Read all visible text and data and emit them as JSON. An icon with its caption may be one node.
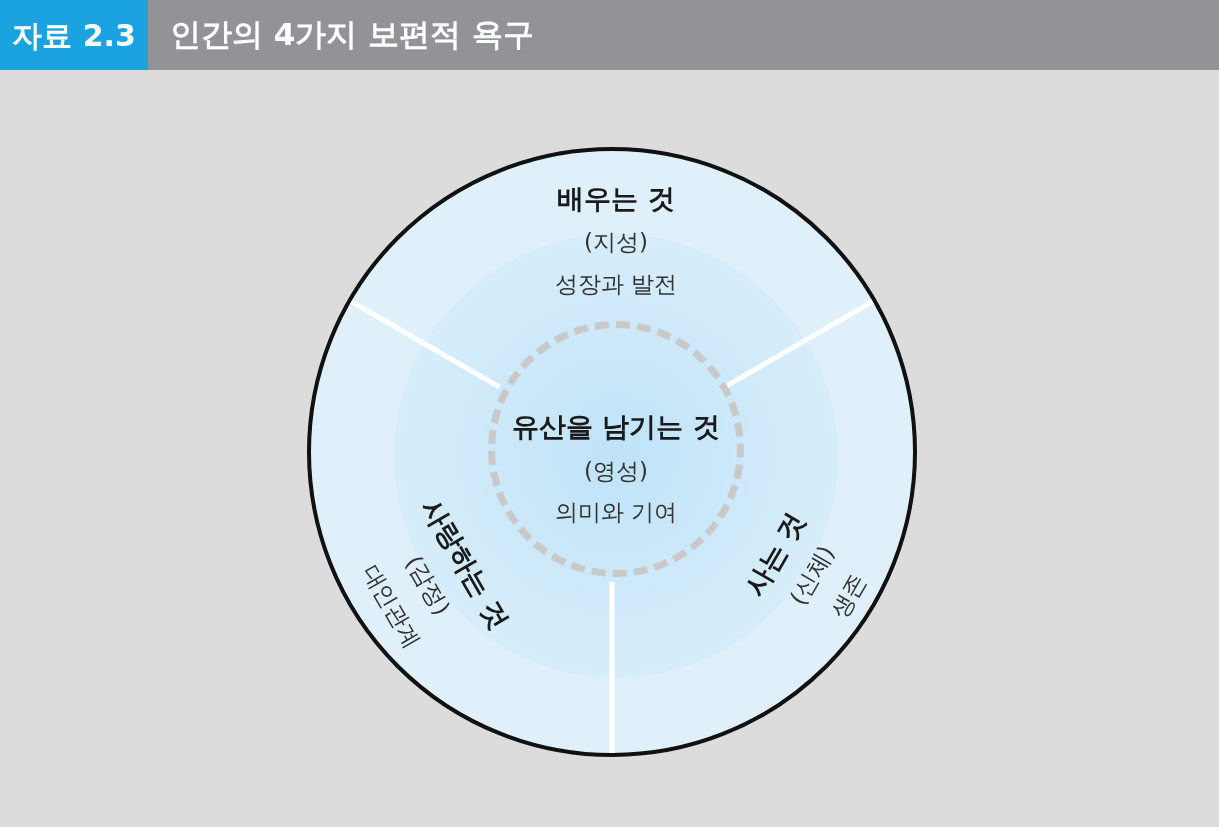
{
  "diagram": {
    "title": "인간의 4가지 보편적 욕구",
    "nodes": [
      {
        "text": [],
        "shape": "circle"
      },
      {
        "text": [
          "배우는 것",
          "(지성)",
          "성장과 발전"
        ],
        "in": 0
      },
      {
        "text": [
          "사랑하는 것",
          "(감정)",
          "대인관계"
        ],
        "in": 0
      },
      {
        "text": [
          "사는 것",
          "(신체)",
          "생존"
        ],
        "in": 0
      },
      {
        "text": [
          "유산을 남기는 것",
          "(영성)",
          "의미와 기여"
        ],
        "in": 0
      }
    ],
    "labels": [
      "자료 2.3"
    ]
  }
}
